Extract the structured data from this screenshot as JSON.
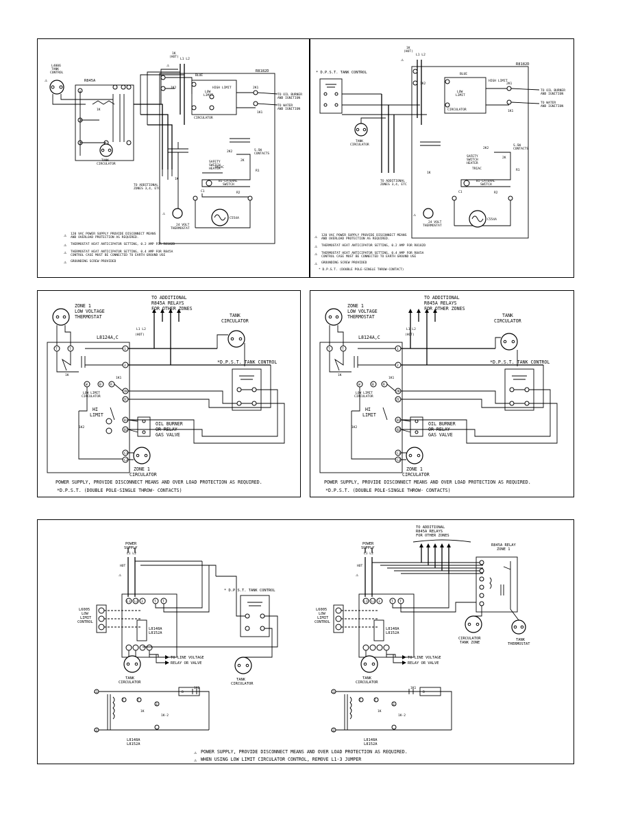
{
  "panels": {
    "p1": {
      "tank_control": "L4006\nTANK\nCONTROL",
      "relay_left": "R845A",
      "relay_right": "R8182D",
      "hot_label": "1K\n(HOT)",
      "l1l2": "L1 L2",
      "coil": "1K",
      "blue": "BLUE",
      "high_limit": "HIGH LIMIT",
      "low_limit": "LOW\nLIMIT",
      "circulator_label": "CIRCULATOR",
      "to_oil": "TO OIL BURNER\nAND IGNITION",
      "to_water": "TO WATER\nAND IGNITION",
      "tank_circulator": "TANK\nCIRCULATOR",
      "ssw": "S.SW\nCONTACTS",
      "safety_switch": "SAFETY\nSWITCH\nHEATER",
      "triac": "TRIAC",
      "bilateral": "BI-LATERAL\nSWITCH",
      "to_additional": "TO ADDITIONAL\nZONES 3,4, ETC",
      "thermostat": "24 VOLT\nTHERMOSTAT",
      "c554a": "C554A",
      "notes": [
        "120 VAC POWER SUPPLY PROVIDE DISCONNECT MEANS\nAND OVERLOAD PROTECTION AS REQUIRED.",
        "THERMOSTAT HEAT ANTICIPATOR SETTING, 0.2 AMP FOR R8182D",
        "THERMOSTAT HEAT ANTICIPATOR SETTING, 0.4 AMP FOR R845A\nCONTROL CASE MUST BE CONNECTED TO EARTH GROUND USE",
        "GROUNDING SCREW PROVIDED"
      ]
    },
    "p2": {
      "dpst_tank": "* D.P.S.T. TANK CONTROL",
      "hot_label": "1K\n(HOT)",
      "l1l2": "L1 L2",
      "relay_right": "R8182D",
      "blue": "BLUE",
      "high_limit": "HIGH LIMIT",
      "low_limit": "LOW\nLIMIT",
      "circulator_label": "CIRCULATOR",
      "to_oil": "TO OIL BURNER\nAND IGNITION",
      "to_water": "TO WATER\nAND IGNITION",
      "tank_circulator": "TANK\nCIRCULATOR",
      "ssw": "S.SW\nCONTACTS",
      "safety_switch": "SAFETY\nSWITCH\nHEATER",
      "triac": "TRIAC",
      "bilateral": "BI-LATERAL\nSWITCH",
      "to_additional": "TO ADDITIONAL\nZONES 3,4, ETC",
      "thermostat": "24 VOLT\nTHERMOSTAT",
      "c554a": "C554A",
      "notes": [
        "120 VAC POWER SUPPLY PROVIDE DISCONNECT MEANS\nAND OVERLOAD PROTECTION AS REQUIRED.",
        "THERMOSTAT HEAT ANTICIPATOR SETTING, 0.2 AMP FOR R8182D",
        "THERMOSTAT HEAT ANTICIPATOR SETTING, 0.4 AMP FOR R845A\nCONTROL CASE MUST BE CONNECTED TO EARTH GROUND USE",
        "GROUNDING SCREW PROVIDED",
        "* D.P.S.T. (DOUBLE POLE-SINGLE THROW-CONTACT)"
      ]
    },
    "p3": {
      "zone_thermostat": "ZONE 1\nLOW VOLTAGE\nTHERMOSTAT",
      "to_additional": "TO ADDITIONAL\nR845A RELAYS\nFOR OTHER ZONES",
      "l1l2": "L1  L2",
      "hot": "(HOT)",
      "tank_circulator": "TANK\nCIRCULATOR",
      "control": "L8124A,C",
      "dpst_tank": "*D.P.S.T. TANK CONTROL",
      "low_limit": "LOW LIMIT\nCIRCULATOR",
      "hi_limit": "HI\nLIMIT",
      "ik1": "1K1",
      "ik2": "1K2",
      "ik": "1K",
      "oil_burner": "OIL BURNER\nOR RELAY\nGAS VALVE",
      "zone_circulator": "ZONE 1\nCIRCULATOR",
      "note1": "POWER SUPPLY, PROVIDE DISCONNECT MEANS AND OVER LOAD PROTECTION AS REQUIRED.",
      "note2": "*D.P.S.T. (DOUBLE POLE-SINGLE THROW- CONTACTS)"
    },
    "p4": {
      "zone_thermostat": "ZONE 1\nLOW VOLTAGE\nTHERMOSTAT",
      "to_additional": "TO ADDITIONAL\nR845A RELAYS\nFOR OTHER ZONES",
      "l1l2": "L1  L2",
      "hot": "(HOT)",
      "tank_circulator": "TANK\nCIRCULATOR",
      "control": "L8124A,C",
      "dpst_tank": "*D.P.S.T. TANK CONTROL",
      "low_limit": "LOW LIMIT\nCIRCULATOR",
      "hi_limit": "HI\nLIMIT",
      "ik1": "1K1",
      "ik2": "1K2",
      "ik": "1K",
      "oil_burner": "OIL BURNER\nOR RELAY\nGAS VALVE",
      "zone_circulator": "ZONE 1\nCIRCULATOR",
      "note1": "POWER SUPPLY, PROVIDE DISCONNECT MEANS AND OVER LOAD PROTECTION AS REQUIRED.",
      "note2": "*D.P.S.T. (DOUBLE POLE-SINGLE THROW- CONTACTS)"
    },
    "p5": {
      "power_supply": "POWER\nSUPPLY",
      "l1l2": "L1 L2",
      "hot": "HOT",
      "dpst_tank": "* D.P.S.T. TANK CONTROL",
      "low_limit_control": "L6005\nLOW\nLIMIT\nCONTROL",
      "l8148": "L8148A\nL8152A",
      "to_line": "TO LINE VOLTAGE",
      "relay_valve": "RELAY OR VALVE",
      "tank_circulator": "TANK\nCIRCULATOR",
      "tank_circulator2": "TANK\nCIRCULATOR",
      "to_additional": "TO ADDITIONAL\nR845A RELAYS\nFOR OTHER ZONES",
      "r845a_relay": "R845A RELAY\nZONE 1",
      "circulator_tank_zone": "CIRCULATOR\nTANK ZONE",
      "tank_thermostat": "TANK\nTHERMOSTAT",
      "bottom_label": "L8148A\nL8152A",
      "note1": "POWER SUPPLY, PROVIDE DISCONNECT MEANS AND OVER LOAD PROTECTION AS REQUIRED.",
      "note2": "WHEN USING LOW LIMIT CIRCULATOR CONTROL, REMOVE L1-3 JUMPER"
    }
  }
}
